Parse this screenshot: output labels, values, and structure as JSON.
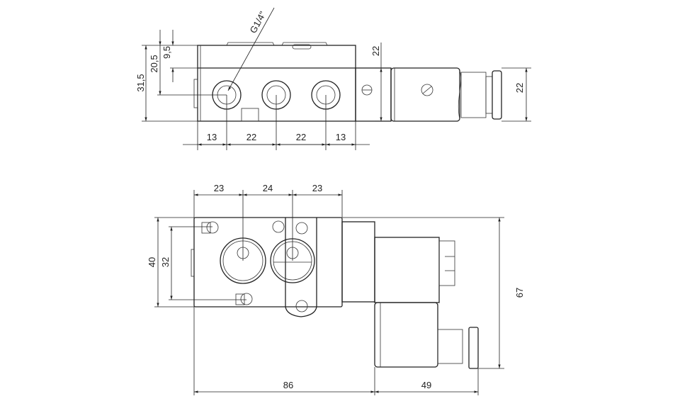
{
  "top_view": {
    "thread_label": "G1/4\"",
    "dims": {
      "h_total": "31,5",
      "h_port": "20,5",
      "h_cap": "9,5",
      "mid_block": "22",
      "coil": "22",
      "x1": "13",
      "x2": "22",
      "x3": "22",
      "x4": "13"
    }
  },
  "front_view": {
    "dims": {
      "x1": "23",
      "x2": "24",
      "x3": "23",
      "height": "40",
      "hole_spacing": "32",
      "total_height": "67",
      "body_length": "86",
      "coil_length": "49"
    }
  }
}
